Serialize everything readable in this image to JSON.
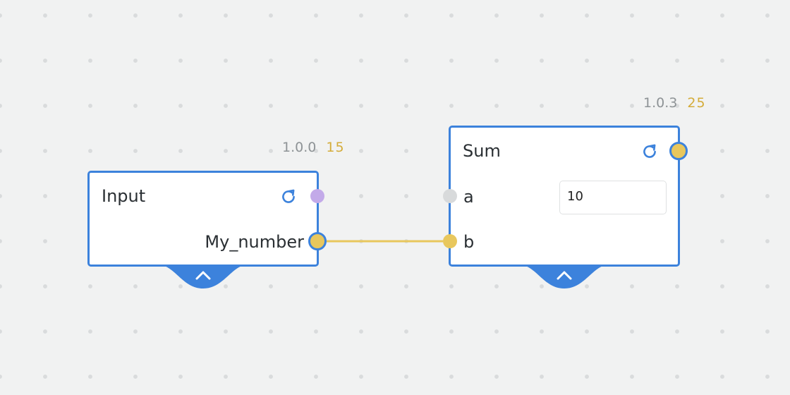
{
  "nodes": {
    "input": {
      "title": "Input",
      "version": "1.0.0",
      "value": "15",
      "output_label": "My_number"
    },
    "sum": {
      "title": "Sum",
      "version": "1.0.3",
      "value": "25",
      "port_a_label": "a",
      "port_b_label": "b",
      "port_a_value": "10"
    }
  },
  "colors": {
    "node_border": "#3c82dc",
    "value_text": "#d4ac3a",
    "connection": "#e8c75d",
    "port_purple": "#c3aae9",
    "port_unconnected": "#d8dadb"
  },
  "icons": {
    "refresh": "refresh-icon",
    "expand": "chevron-up-icon"
  }
}
